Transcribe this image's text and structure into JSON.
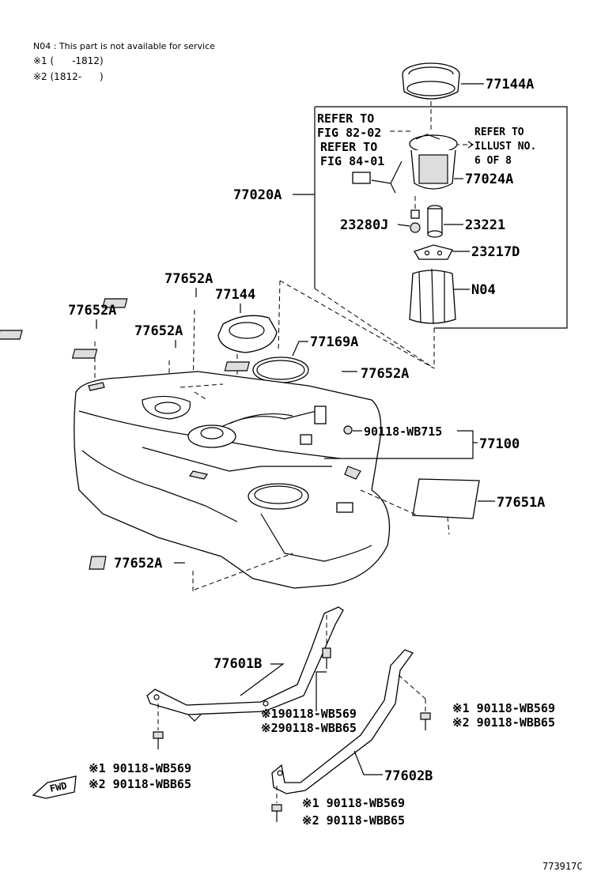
{
  "notes": {
    "n04": "N04 : This part is not available for service",
    "note1": "※1 (      -1812)",
    "note2": "※2 (1812-      )"
  },
  "callouts": {
    "c77144A": "77144A",
    "ref82_1": "REFER TO",
    "ref82_2": "FIG 82-02",
    "ref84_1": "REFER TO",
    "ref84_2": "FIG 84-01",
    "refIllus_1": "REFER TO",
    "refIllus_2": "ILLUST NO.",
    "refIllus_3": "6 OF 8",
    "c77024A": "77024A",
    "c77020A": "77020A",
    "c23280J": "23280J",
    "c23221": "23221",
    "c23217D": "23217D",
    "cN04": "N04",
    "c77652A_1": "77652A",
    "c77652A_2": "77652A",
    "c77652A_3": "77652A",
    "c77652A_4": "77652A",
    "c77652A_5": "77652A",
    "c77144": "77144",
    "c77169A": "77169A",
    "c90118WB715": "90118-WB715",
    "c77100": "77100",
    "c77651A": "77651A",
    "c77601B": "77601B",
    "c77602B": "77602B",
    "b1a": "※190118-WB569",
    "b1b": "※290118-WBB65",
    "b2a": "※1 90118-WB569",
    "b2b": "※2 90118-WBB65",
    "b3a": "※1 90118-WB569",
    "b3b": "※2 90118-WBB65",
    "b4a": "※1 90118-WB569",
    "b4b": "※2 90118-WBB65",
    "fwd": "FWD",
    "fig_id": "773917C"
  }
}
